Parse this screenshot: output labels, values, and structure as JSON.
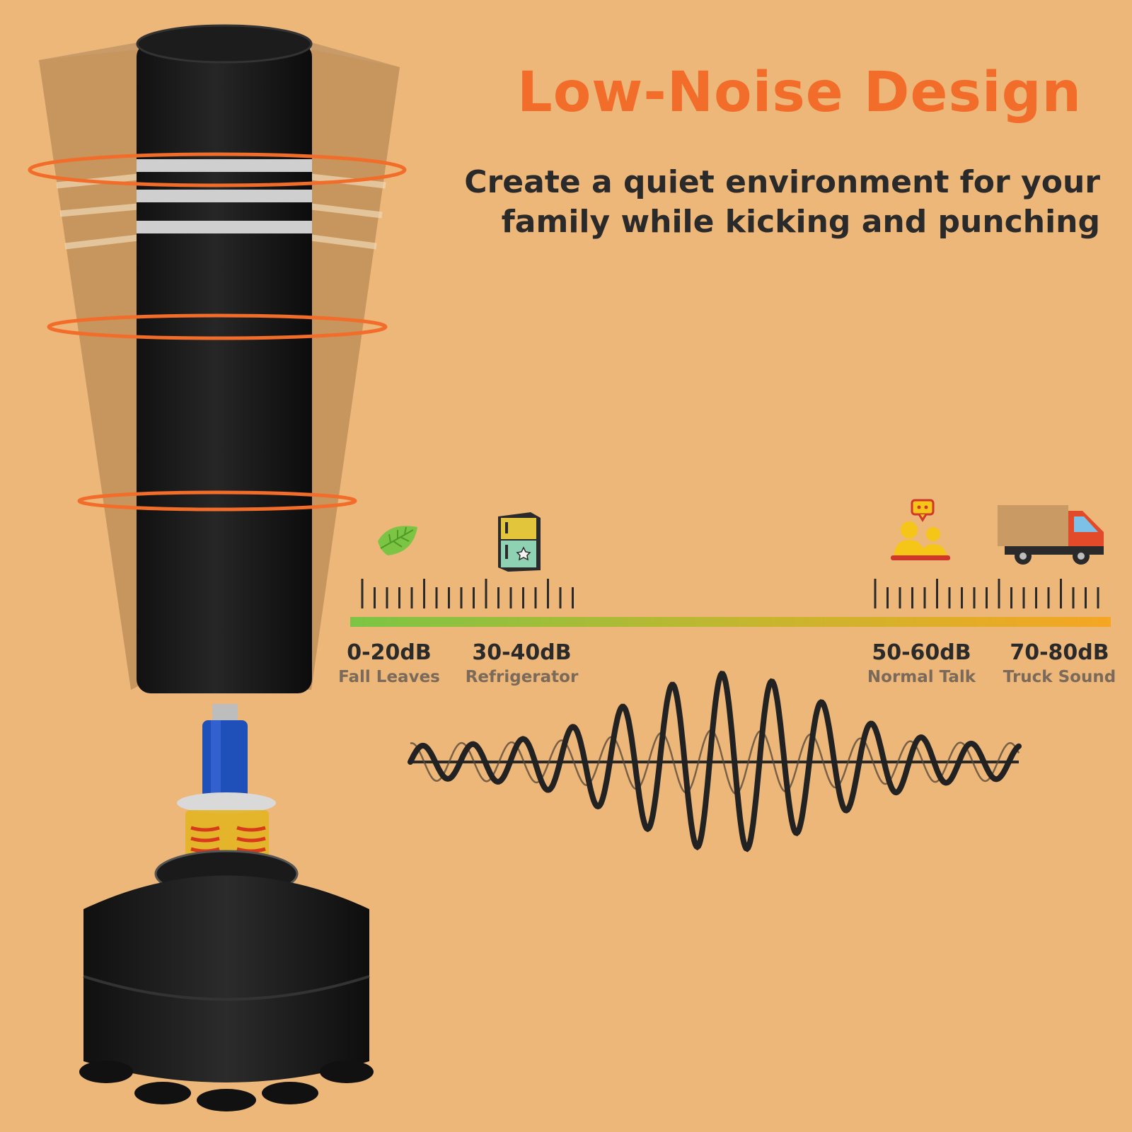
{
  "title": "Low-Noise Design",
  "subtitle_line1": "Create a quiet environment for your",
  "subtitle_line2": "family while kicking and punching",
  "levels": [
    {
      "db": "0-20dB",
      "source": "Fall Leaves",
      "icon": "leaf-icon"
    },
    {
      "db": "30-40dB",
      "source": "Refrigerator",
      "icon": "refrigerator-icon"
    },
    {
      "db": "50-60dB",
      "source": "Normal Talk",
      "icon": "people-talking-icon"
    },
    {
      "db": "70-80dB",
      "source": "Truck Sound",
      "icon": "truck-icon"
    }
  ],
  "colors": {
    "background": "#EDB77A",
    "accent": "#F26C2A",
    "scale_start": "#7CC544",
    "scale_end": "#F5A623"
  }
}
